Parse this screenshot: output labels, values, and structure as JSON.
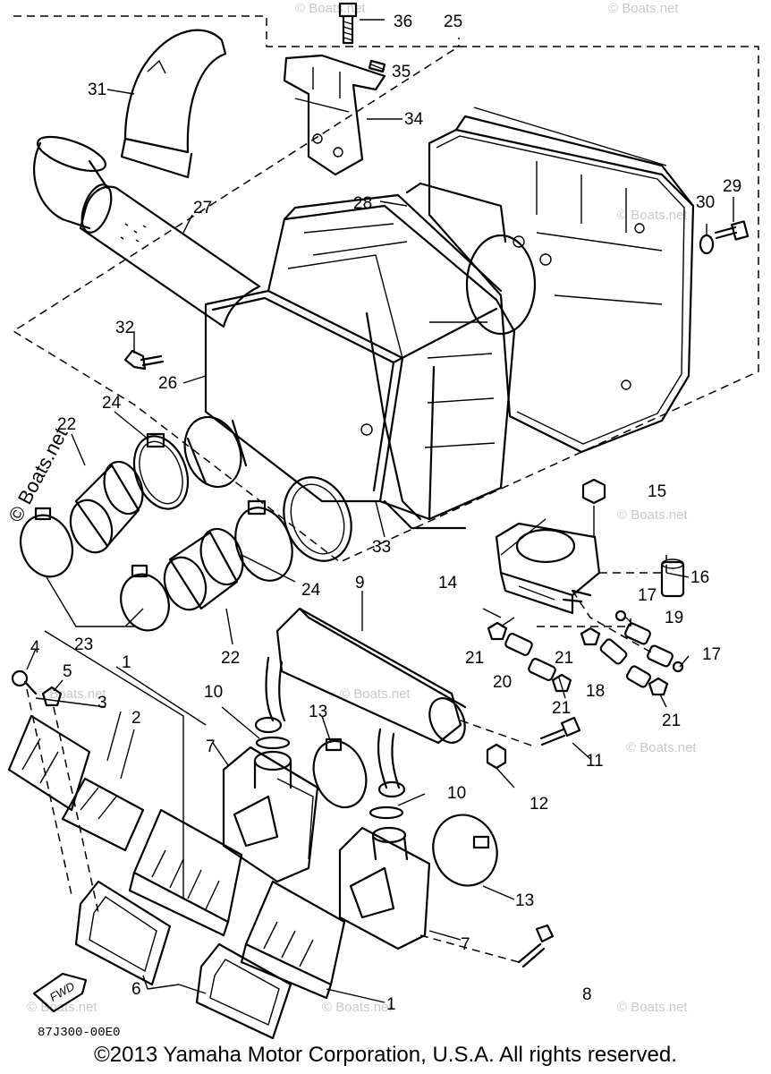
{
  "copyright": "©2013 Yamaha Motor Corporation, U.S.A. All rights reserved.",
  "diagram_code": "87J300-00E0",
  "watermark": "© Boats.net",
  "fwd_label": "FWD",
  "callouts": {
    "c1a": "1",
    "c1b": "1",
    "c2": "2",
    "c3": "3",
    "c4": "4",
    "c5": "5",
    "c6": "6",
    "c7a": "7",
    "c7b": "7",
    "c8": "8",
    "c9": "9",
    "c10a": "10",
    "c10b": "10",
    "c11": "11",
    "c12": "12",
    "c13a": "13",
    "c13b": "13",
    "c14": "14",
    "c15": "15",
    "c16": "16",
    "c17a": "17",
    "c17b": "17",
    "c18": "18",
    "c19": "19",
    "c20": "20",
    "c21a": "21",
    "c21b": "21",
    "c21c": "21",
    "c21d": "21",
    "c22a": "22",
    "c22b": "22",
    "c23": "23",
    "c24a": "24",
    "c24b": "24",
    "c25": "25",
    "c26": "26",
    "c27": "27",
    "c28": "28",
    "c29": "29",
    "c30": "30",
    "c31": "31",
    "c32": "32",
    "c33": "33",
    "c34": "34",
    "c35": "35",
    "c36": "36"
  }
}
